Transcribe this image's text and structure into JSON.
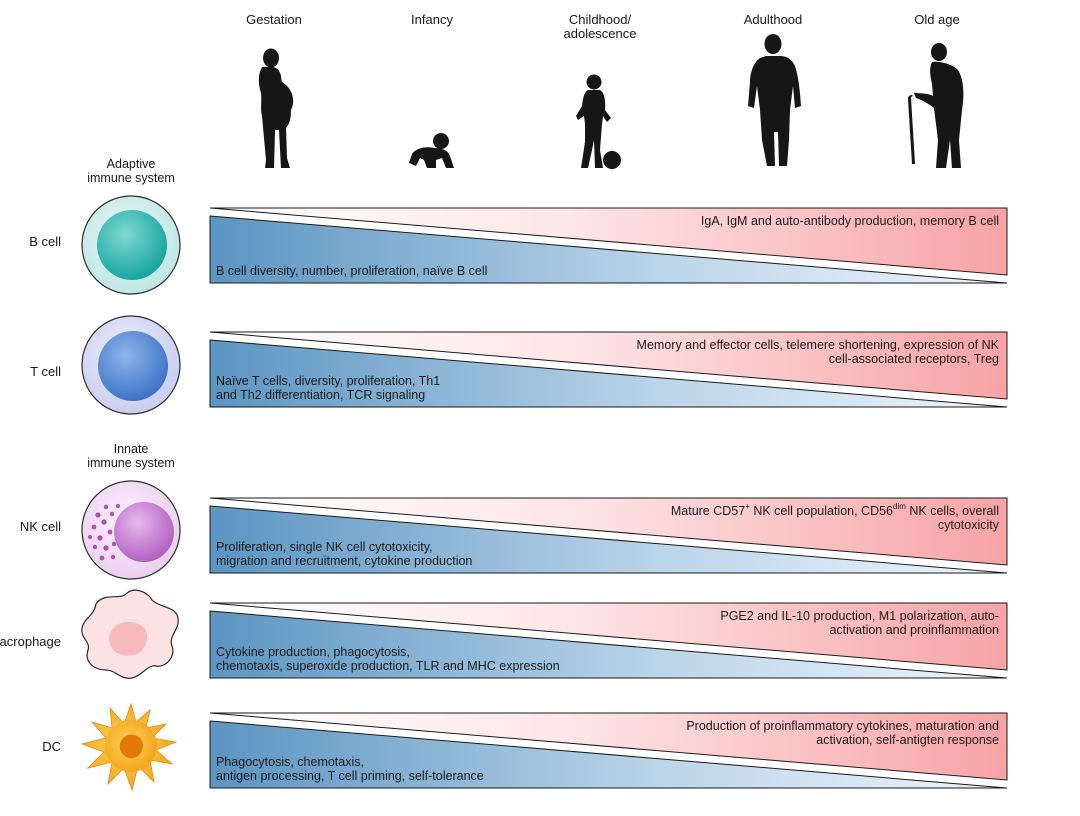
{
  "stages": [
    {
      "lines": [
        "Gestation"
      ],
      "icon": "pregnant-woman-icon"
    },
    {
      "lines": [
        "Infancy"
      ],
      "icon": "crawling-baby-icon"
    },
    {
      "lines": [
        "Childhood/",
        "adolescence"
      ],
      "icon": "child-with-ball-icon"
    },
    {
      "lines": [
        "Adulthood"
      ],
      "icon": "adult-man-icon"
    },
    {
      "lines": [
        "Old age"
      ],
      "icon": "elderly-man-with-cane-icon"
    }
  ],
  "sections": {
    "adaptive": [
      "Adaptive",
      "immune system"
    ],
    "innate": [
      "Innate",
      "immune system"
    ]
  },
  "colors": {
    "decline_dark": "#5b95c2",
    "decline_light": "#e2eef7",
    "increase_dark": "#f7a3a6",
    "increase_light": "#fdeaea",
    "band_stroke": "#1a1a1a"
  },
  "rows": [
    {
      "label": "B cell",
      "cell_icon": "b-cell-icon",
      "increase": {
        "lines": [
          [
            "IgA, IgM and auto-antibody production, memory B cell"
          ]
        ]
      },
      "decline": {
        "lines": [
          "B cell diversity, number, proliferation, naïve B cell"
        ]
      }
    },
    {
      "label": "T cell",
      "cell_icon": "t-cell-icon",
      "increase": {
        "lines": [
          [
            "Memory and effector cells, telemere shortening, expression of NK"
          ],
          [
            "cell-associated receptors, Treg"
          ]
        ]
      },
      "decline": {
        "lines": [
          "Naïve T cells, diversity, proliferation, Th1",
          "and Th2 differentiation, TCR signaling"
        ]
      }
    },
    {
      "label": "NK cell",
      "cell_icon": "nk-cell-icon",
      "increase": {
        "lines": [
          [
            "Mature CD57",
            "+",
            " NK cell population, CD56",
            "dim",
            " NK cells, overall"
          ],
          [
            "cytotoxicity"
          ]
        ]
      },
      "decline": {
        "lines": [
          "Proliferation, single NK cell cytotoxicity,",
          "migration and recruitment, cytokine production"
        ]
      }
    },
    {
      "label": "acrophage",
      "cell_icon": "macrophage-icon",
      "increase": {
        "lines": [
          [
            "PGE2 and IL-10 production, M1 polarization, auto-"
          ],
          [
            "activation and proinflammation"
          ]
        ]
      },
      "decline": {
        "lines": [
          "Cytokine production, phagocytosis,",
          "chemotaxis, superoxide production, TLR and MHC expression"
        ]
      }
    },
    {
      "label": "DC",
      "cell_icon": "dendritic-cell-icon",
      "increase": {
        "lines": [
          [
            "Production of proinflammatory cytokines,  maturation and"
          ],
          [
            "activation, self-antigten response"
          ]
        ]
      },
      "decline": {
        "lines": [
          "Phagocytosis, chemotaxis,",
          "antigen processing, T cell priming, self-tolerance"
        ]
      }
    }
  ]
}
